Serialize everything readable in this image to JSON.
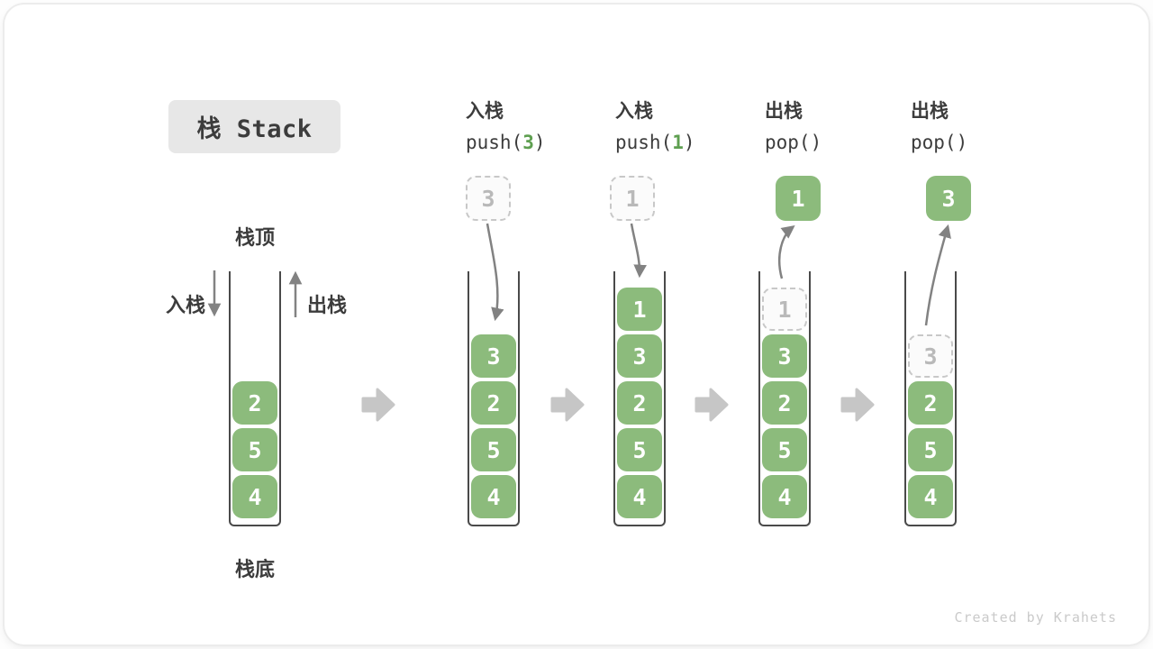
{
  "title": "栈 Stack",
  "footer": "Created by Krahets",
  "side_labels": {
    "top": "栈顶",
    "bottom": "栈底",
    "push": "入栈",
    "pop": "出栈"
  },
  "steps": [
    {
      "items": [
        {
          "v": "2"
        },
        {
          "v": "5"
        },
        {
          "v": "4"
        }
      ]
    },
    {
      "op": {
        "name": "入栈",
        "code_pre": "push(",
        "code_arg": "3",
        "code_suf": ")"
      },
      "float": {
        "v": "3",
        "dashed": true
      },
      "items": [
        {
          "v": "3"
        },
        {
          "v": "2"
        },
        {
          "v": "5"
        },
        {
          "v": "4"
        }
      ]
    },
    {
      "op": {
        "name": "入栈",
        "code_pre": "push(",
        "code_arg": "1",
        "code_suf": ")"
      },
      "float": {
        "v": "1",
        "dashed": true
      },
      "items": [
        {
          "v": "1"
        },
        {
          "v": "3"
        },
        {
          "v": "2"
        },
        {
          "v": "5"
        },
        {
          "v": "4"
        }
      ]
    },
    {
      "op": {
        "name": "出栈",
        "code_pre": "pop(",
        "code_arg": "",
        "code_suf": ")"
      },
      "float": {
        "v": "1",
        "dashed": false
      },
      "items": [
        {
          "v": "1",
          "dashed": true
        },
        {
          "v": "3"
        },
        {
          "v": "2"
        },
        {
          "v": "5"
        },
        {
          "v": "4"
        }
      ]
    },
    {
      "op": {
        "name": "出栈",
        "code_pre": "pop(",
        "code_arg": "",
        "code_suf": ")"
      },
      "float": {
        "v": "3",
        "dashed": false
      },
      "items": [
        {
          "v": "3",
          "dashed": true
        },
        {
          "v": "2"
        },
        {
          "v": "5"
        },
        {
          "v": "4"
        }
      ]
    }
  ],
  "colors": {
    "box_green": "#8CBB7C",
    "code_green": "#5E9F50",
    "text_dark": "#3C3C3C",
    "arrow_gray": "#828282",
    "chevron_gray": "#C6C6C6",
    "dashed_border": "#C8C8C8",
    "dashed_text": "#B9B9B9",
    "title_bg": "#E7E7E7",
    "footer_gray": "#CACACA",
    "wall_dark": "#4A4A4A"
  }
}
